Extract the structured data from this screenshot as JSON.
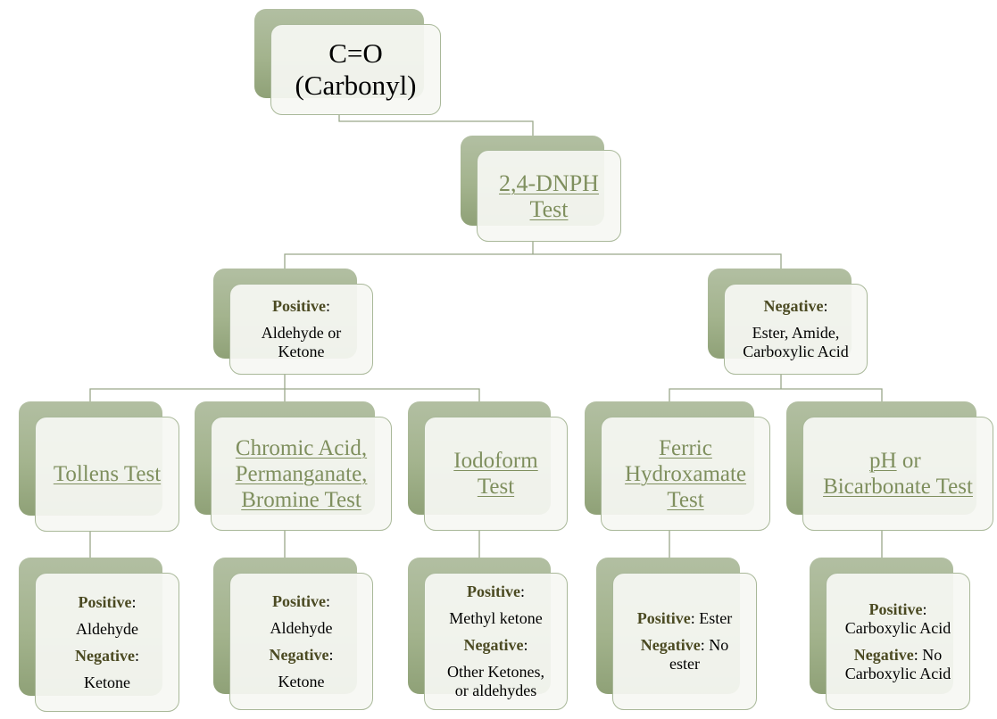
{
  "colors": {
    "box_back": "#a3b38d",
    "box_border": "#a9b899",
    "link": "#7f8f5e",
    "label": "#4b4a22",
    "connector": "#9aa88a"
  },
  "root": {
    "line1": "C=O",
    "line2": "(Carbonyl)"
  },
  "dnph": {
    "line1": "2,4-DNPH",
    "line2": "Test"
  },
  "positive_branch": {
    "label": "Positive",
    "value_line1": "Aldehyde or",
    "value_line2": "Ketone"
  },
  "negative_branch": {
    "label": "Negative",
    "value_line1": "Ester, Amide,",
    "value_line2": "Carboxylic Acid"
  },
  "tests": [
    {
      "lines": [
        "Tollens Test"
      ]
    },
    {
      "lines": [
        "Chromic Acid,",
        "Permanganate,",
        "Bromine Test"
      ]
    },
    {
      "lines": [
        "Iodoform",
        "Test"
      ]
    },
    {
      "lines": [
        "Ferric",
        "Hydroxamate",
        "Test"
      ]
    },
    {
      "link1": "pH",
      "connector": " or ",
      "link2": "Bicarbonate Test"
    }
  ],
  "results": [
    {
      "positive_label": "Positive",
      "positive_value": "Aldehyde",
      "negative_label": "Negative",
      "negative_value": "Ketone"
    },
    {
      "positive_label": "Positive",
      "positive_value": "Aldehyde",
      "negative_label": "Negative",
      "negative_value": "Ketone"
    },
    {
      "positive_label": "Positive",
      "positive_value": "Methyl ketone",
      "negative_label": "Negative",
      "negative_value_line1": "Other Ketones,",
      "negative_value_line2": "or aldehydes"
    },
    {
      "positive_label": "Positive",
      "positive_value": " Ester",
      "negative_label": "Negative",
      "negative_value_line1": " No",
      "negative_value_line2": "ester"
    },
    {
      "positive_label": "Positive",
      "positive_value": "Carboxylic Acid",
      "negative_label": "Negative",
      "negative_value_line1": " No",
      "negative_value_line2": "Carboxylic Acid"
    }
  ]
}
